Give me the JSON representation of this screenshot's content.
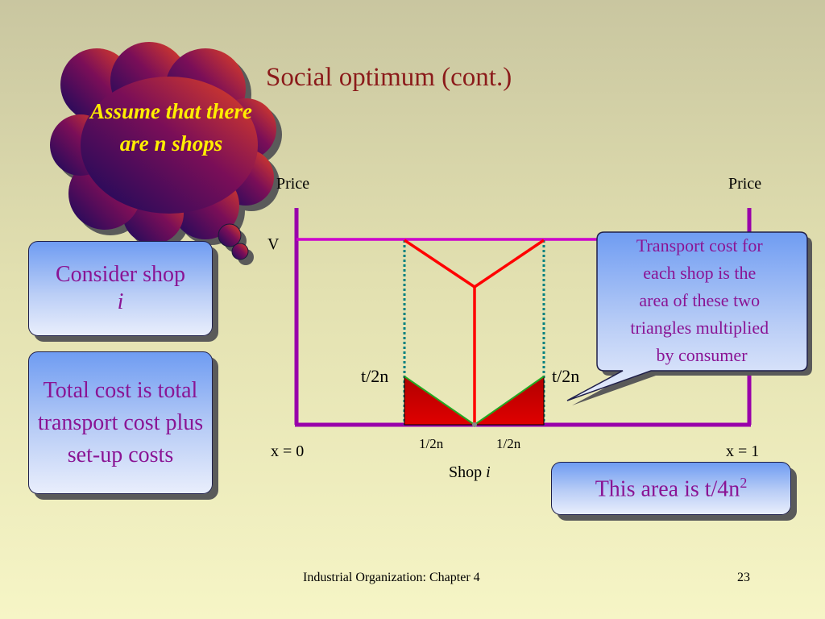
{
  "slide": {
    "title": "Social optimum (cont.)",
    "cloud": {
      "line1": "Assume that there",
      "line2": "are n shops"
    },
    "box_consider": {
      "line1": "Consider shop",
      "line2": "i"
    },
    "box_total": "Total cost is total transport cost plus set-up costs",
    "callout": "Transport cost for each shop is the area of these two triangles multiplied by consumer density",
    "area_box": {
      "text": "This area is t/4n",
      "superscript": "2"
    },
    "footer": {
      "left": "Industrial Organization: Chapter 4",
      "page": "23"
    }
  },
  "diagram": {
    "price_label_left": "Price",
    "price_label_right": "Price",
    "v_label": "V",
    "t2n_left": "t/2n",
    "t2n_right": "t/2n",
    "half_left": "1/2n",
    "half_right": "1/2n",
    "x0_label": "x = 0",
    "x1_label": "x = 1",
    "shop_label": "Shop",
    "shop_italic": "i"
  },
  "colors": {
    "axis": "#9900aa",
    "price_line": "#ff0000",
    "triangle_fill": "#c00000",
    "dotted": "#008080",
    "title": "#8b1a1a",
    "box_text": "#8a1494",
    "cloud_text": "#ffee00"
  }
}
